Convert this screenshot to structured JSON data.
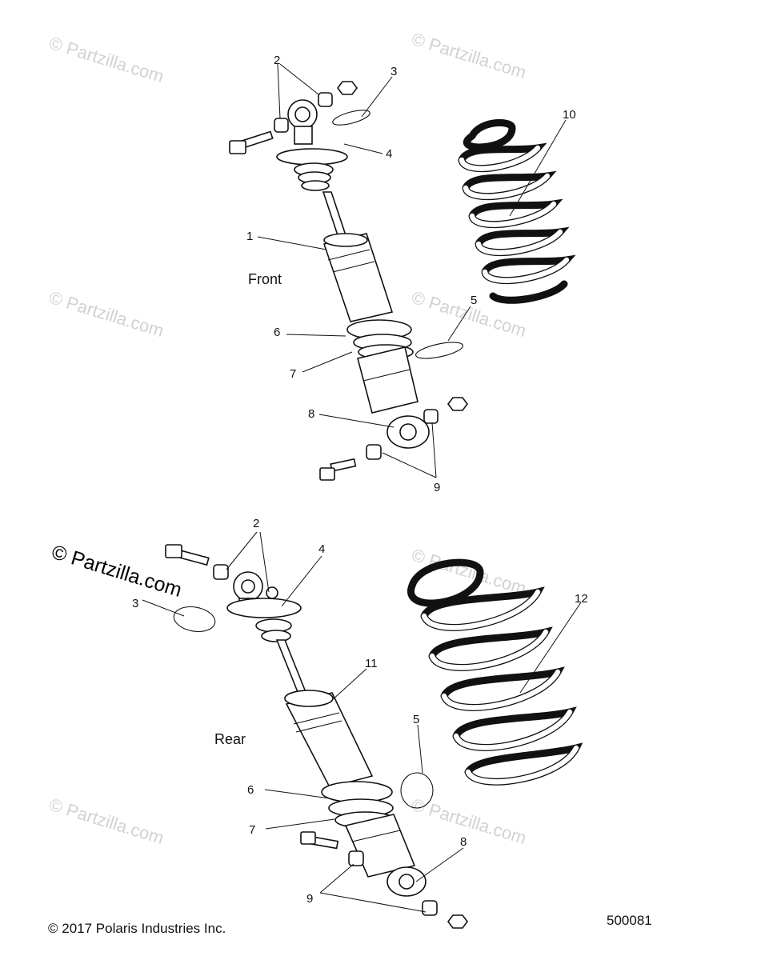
{
  "diagram": {
    "section_labels": {
      "front": "Front",
      "rear": "Rear"
    },
    "callouts": {
      "front": [
        "1",
        "2",
        "3",
        "4",
        "5",
        "6",
        "7",
        "8",
        "9",
        "10"
      ],
      "rear": [
        "2",
        "3",
        "4",
        "5",
        "6",
        "7",
        "8",
        "9",
        "11",
        "12"
      ]
    },
    "watermark": {
      "text": "© Partzilla.com",
      "featured_text": "© Partzilla.com"
    },
    "footer": {
      "copyright": "© 2017 Polaris Industries Inc.",
      "figure_id": "500081"
    }
  }
}
